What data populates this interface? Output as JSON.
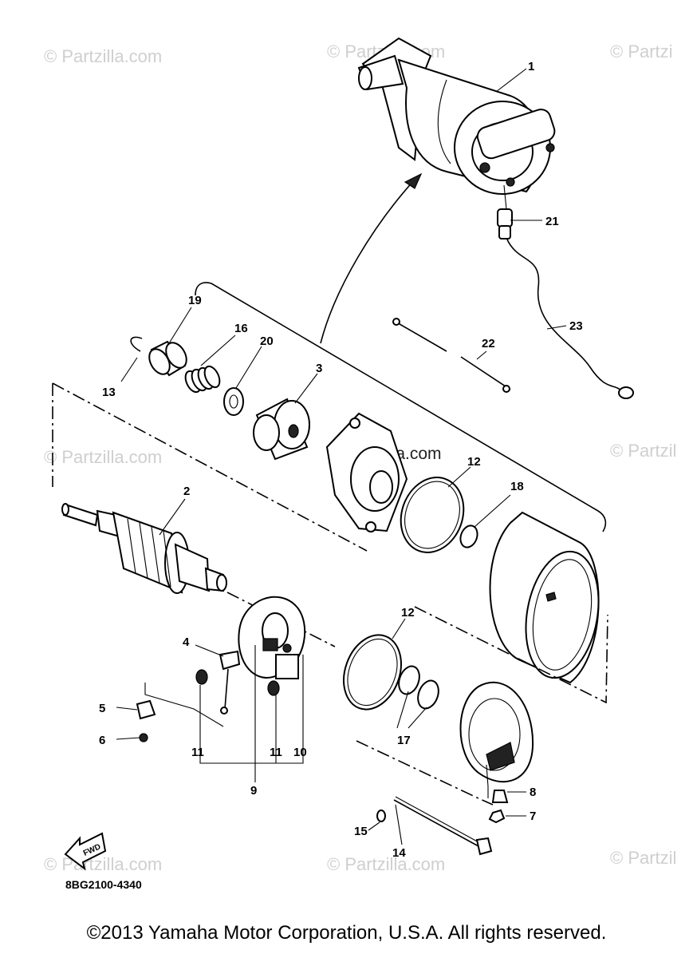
{
  "watermarks": [
    "© Partzilla.com",
    "© Partzilla.com",
    "© Partzi",
    "© Partzilla.com",
    "© Partzilla.com",
    "© Partzil",
    "© Partzilla.com",
    "© Partzilla.com",
    "© Partzil"
  ],
  "parts": [
    {
      "ref": "1"
    },
    {
      "ref": "21"
    },
    {
      "ref": "23"
    },
    {
      "ref": "19"
    },
    {
      "ref": "16"
    },
    {
      "ref": "20"
    },
    {
      "ref": "3"
    },
    {
      "ref": "13"
    },
    {
      "ref": "22"
    },
    {
      "ref": "12"
    },
    {
      "ref": "18"
    },
    {
      "ref": "2"
    },
    {
      "ref": "12"
    },
    {
      "ref": "4"
    },
    {
      "ref": "5"
    },
    {
      "ref": "6"
    },
    {
      "ref": "11"
    },
    {
      "ref": "11"
    },
    {
      "ref": "10"
    },
    {
      "ref": "9"
    },
    {
      "ref": "17"
    },
    {
      "ref": "8"
    },
    {
      "ref": "7"
    },
    {
      "ref": "15"
    },
    {
      "ref": "14"
    }
  ],
  "fwd_label": "FWD",
  "diagram_code": "8BG2100-4340",
  "copyright": "©2013 Yamaha Motor Corporation, U.S.A. All rights reserved."
}
